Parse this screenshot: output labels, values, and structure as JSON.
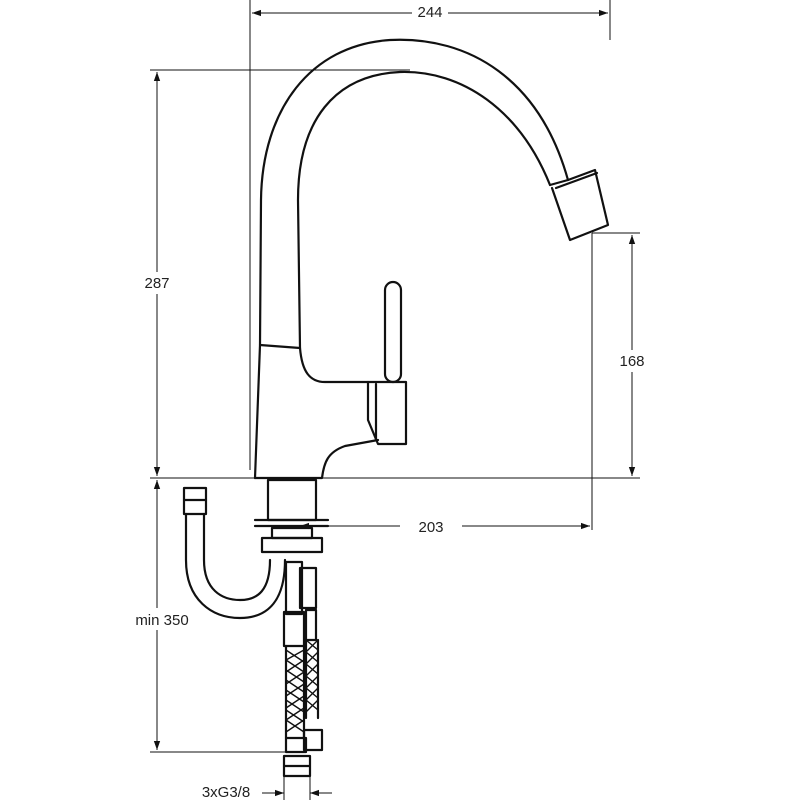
{
  "dimensions": {
    "overall_width": "244",
    "overall_height": "287",
    "spout_height": "168",
    "spout_reach": "203",
    "hose_length": "min 350",
    "connection": "3xG3/8"
  }
}
